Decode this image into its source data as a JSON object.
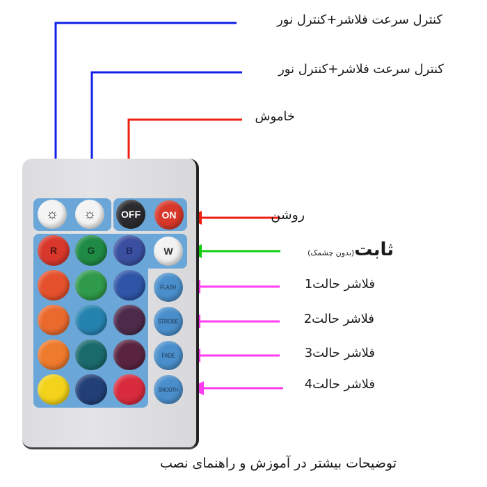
{
  "diagram": {
    "subject": "IR LED remote control",
    "colors": {
      "blue_arrow": "#1020e8",
      "red_arrow": "#f01e10",
      "green_arrow": "#10d010",
      "magenta_arrow": "#ff3cf0",
      "panel": "#6aa6d8"
    },
    "labels": {
      "speed_brightness_1": "کنترل سرعت فلاشر+کنترل نور",
      "speed_brightness_2": "کنترل سرعت فلاشر+کنترل نور",
      "off": "خاموش",
      "on": "روشن",
      "steady_main": "ثابت",
      "steady_sub": "(بدون چشمک)",
      "flash1": "فلاشر حالت1",
      "flash2": "فلاشر حالت2",
      "flash3": "فلاشر حالت3",
      "flash4": "فلاشر حالت4",
      "footer": "توضیحات بیشتر در آموزش و راهنمای نصب"
    },
    "remote": {
      "top_row": [
        {
          "name": "brightness-up",
          "icon": "sun-up-icon",
          "label": "☼"
        },
        {
          "name": "brightness-down",
          "icon": "sun-down-icon",
          "label": "☼"
        },
        {
          "name": "off",
          "label": "OFF",
          "color": "#2b2b2e"
        },
        {
          "name": "on",
          "label": "ON",
          "color": "#d8382a"
        }
      ],
      "rgbw_row": [
        {
          "label": "R",
          "color": "#d9372b"
        },
        {
          "label": "G",
          "color": "#1f8a44"
        },
        {
          "label": "B",
          "color": "#3a4fa0"
        },
        {
          "label": "W",
          "color": "#f2f2f2"
        }
      ],
      "color_grid": [
        [
          "#e5512c",
          "#2f9a4a",
          "#2f55a8"
        ],
        [
          "#ea6a2e",
          "#2583b0",
          "#4d2a4a"
        ],
        [
          "#ee7a2c",
          "#1a6a6c",
          "#5a2440"
        ],
        [
          "#f2d21a",
          "#223f78",
          "#d92b3e"
        ]
      ],
      "modes": [
        "FLASH",
        "STROBE",
        "FADE",
        "SMOOTH"
      ]
    }
  }
}
